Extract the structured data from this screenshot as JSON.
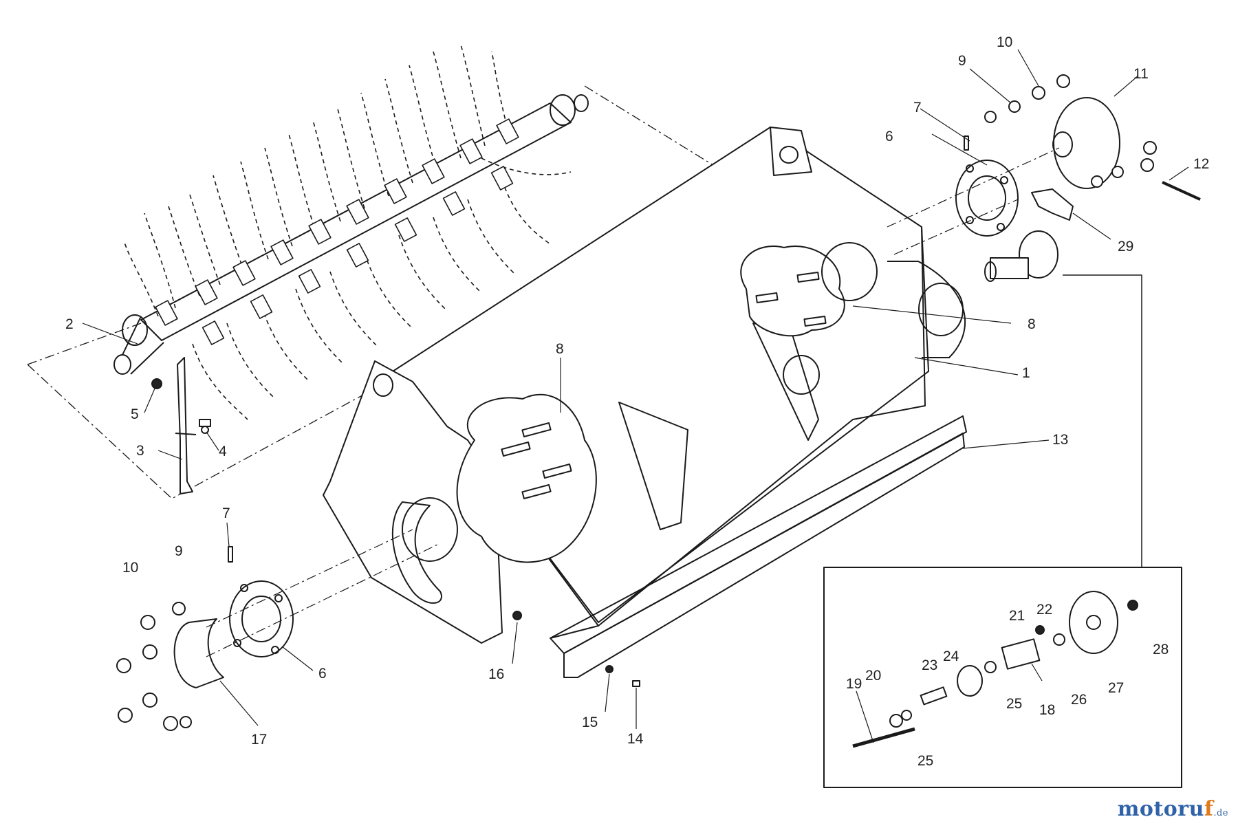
{
  "callouts": {
    "c1": "1",
    "c2": "2",
    "c3": "3",
    "c4": "4",
    "c5": "5",
    "c6a": "6",
    "c6b": "6",
    "c7a": "7",
    "c7b": "7",
    "c8a": "8",
    "c8b": "8",
    "c9a": "9",
    "c9b": "9",
    "c10a": "10",
    "c10b": "10",
    "c11": "11",
    "c12": "12",
    "c13": "13",
    "c14": "14",
    "c15": "15",
    "c16": "16",
    "c17": "17",
    "c18": "18",
    "c19": "19",
    "c20": "20",
    "c21": "21",
    "c22": "22",
    "c23": "23",
    "c24": "24",
    "c25a": "25",
    "c25b": "25",
    "c26": "26",
    "c27": "27",
    "c28": "28",
    "c29": "29"
  },
  "watermark": {
    "brand": "motoruf",
    "accent": "f",
    "tld": ".de"
  },
  "colors": {
    "line": "#1a1a1a",
    "brand_blue": "#2f62a8",
    "brand_orange": "#e07a1c"
  }
}
